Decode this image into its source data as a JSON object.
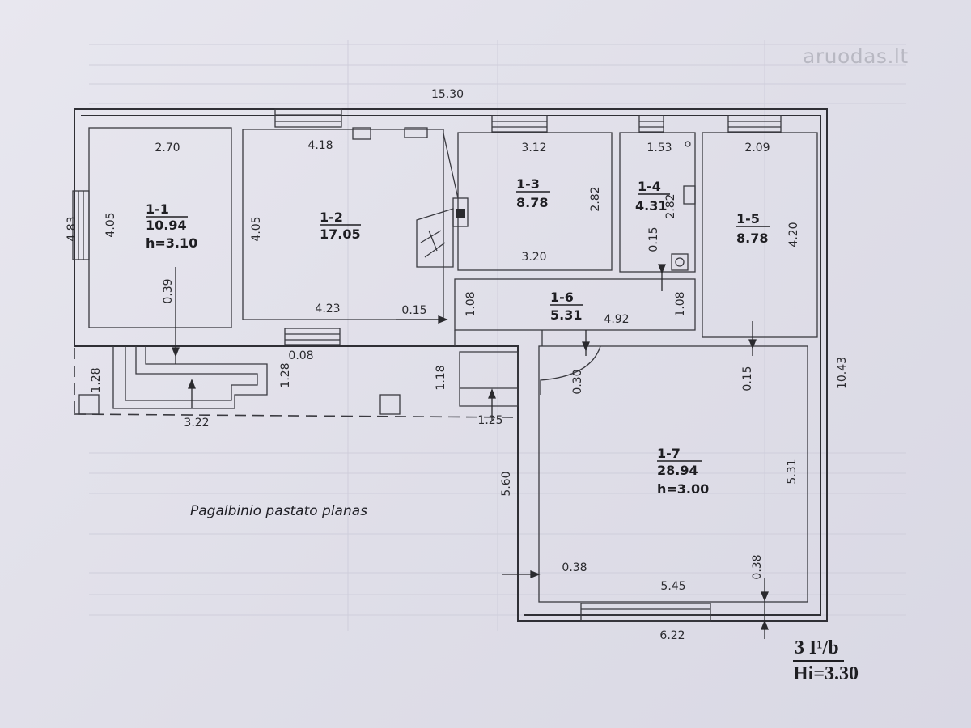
{
  "caption": "Pagalbinio pastato planas",
  "watermark": "aruodas.lt",
  "stamp": {
    "line1": "3 I¹/b",
    "line2": "Hi=3.30"
  },
  "rooms": [
    {
      "id": "1-1",
      "area": "10.94",
      "height": "h=3.10"
    },
    {
      "id": "1-2",
      "area": "17.05"
    },
    {
      "id": "1-3",
      "area": "8.78"
    },
    {
      "id": "1-4",
      "area": "4.31"
    },
    {
      "id": "1-5",
      "area": "8.78"
    },
    {
      "id": "1-6",
      "area": "5.31"
    },
    {
      "id": "1-7",
      "area": "28.94",
      "height": "h=3.00"
    }
  ],
  "dimensions": {
    "total_width": "15.30",
    "left_height": "4.83",
    "right_height": "10.43",
    "r11_w": "2.70",
    "r11_h": "4.05",
    "r11_door": "0.39",
    "r12_top": "4.18",
    "r12_h": "4.05",
    "r12_bottom": "4.23",
    "r12_door": "0.15",
    "r13_top": "3.12",
    "r13_h": "2.82",
    "r13_bottom": "3.20",
    "r14_w": "1.53",
    "r14_h": "2.82",
    "r14_door": "0.15",
    "r15_w": "2.09",
    "r15_h": "4.20",
    "r15_door": "0.15",
    "r16_h1": "1.08",
    "r16_w": "4.92",
    "r16_h2": "1.08",
    "r17_door": "0.30",
    "r17_h": "5.31",
    "r17_left": "5.60",
    "r17_in_left": "0.38",
    "r17_in_right": "0.38",
    "r17_w": "5.45",
    "bottom_w": "6.22",
    "ext_128a": "1.28",
    "ext_322": "3.22",
    "ext_128b": "1.28",
    "ext_008": "0.08",
    "ext_118": "1.18",
    "ext_125": "1.25"
  }
}
